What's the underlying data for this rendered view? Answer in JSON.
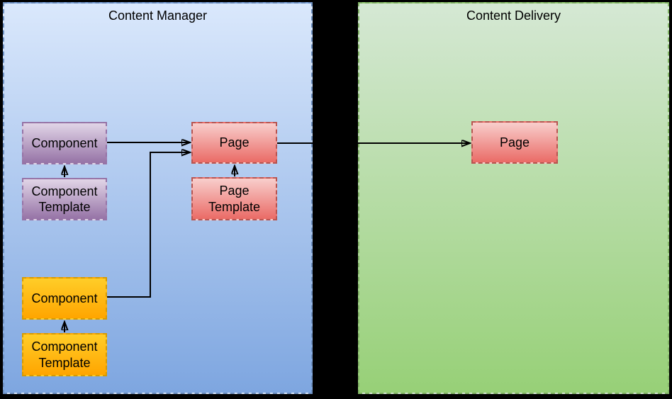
{
  "diagram": {
    "background_color": "#000000",
    "arrow_color": "#000000",
    "containers": {
      "content_manager": {
        "title": "Content Manager",
        "style": {
          "top": "#dae8fc",
          "bottom": "#7ea6e0",
          "border": "#6c8ebf"
        }
      },
      "content_delivery": {
        "title": "Content Delivery",
        "style": {
          "top": "#d5e8d4",
          "bottom": "#97d077",
          "border": "#82b366"
        }
      }
    },
    "nodes": {
      "cm_component": {
        "label": "Component",
        "container": "content_manager",
        "style": {
          "top": "#e1d5e7",
          "bottom": "#9673a6",
          "border": "#9673a6"
        }
      },
      "cm_component_template": {
        "label": "Component Template",
        "container": "content_manager",
        "style": {
          "top": "#e1d5e7",
          "bottom": "#9673a6",
          "border": "#9673a6"
        }
      },
      "cm_page": {
        "label": "Page",
        "container": "content_manager",
        "style": {
          "top": "#f8cecc",
          "bottom": "#ea6b66",
          "border": "#b85450"
        }
      },
      "cm_page_template": {
        "label": "Page Template",
        "container": "content_manager",
        "style": {
          "top": "#f8cecc",
          "bottom": "#ea6b66",
          "border": "#b85450"
        }
      },
      "cm_component2": {
        "label": "Component",
        "container": "content_manager",
        "style": {
          "top": "#ffcd28",
          "bottom": "#ffa500",
          "border": "#d79b00"
        }
      },
      "cm_component2_template": {
        "label": "Component Template",
        "container": "content_manager",
        "style": {
          "top": "#ffcd28",
          "bottom": "#ffa500",
          "border": "#d79b00"
        }
      },
      "cd_page": {
        "label": "Page",
        "container": "content_delivery",
        "style": {
          "top": "#f8cecc",
          "bottom": "#ea6b66",
          "border": "#b85450"
        }
      }
    },
    "edges": [
      {
        "from": "cm_component_template",
        "to": "cm_component"
      },
      {
        "from": "cm_component",
        "to": "cm_page"
      },
      {
        "from": "cm_page_template",
        "to": "cm_page"
      },
      {
        "from": "cm_component2_template",
        "to": "cm_component2"
      },
      {
        "from": "cm_component2",
        "to": "cm_page"
      },
      {
        "from": "cm_page",
        "to": "cd_page"
      }
    ]
  }
}
